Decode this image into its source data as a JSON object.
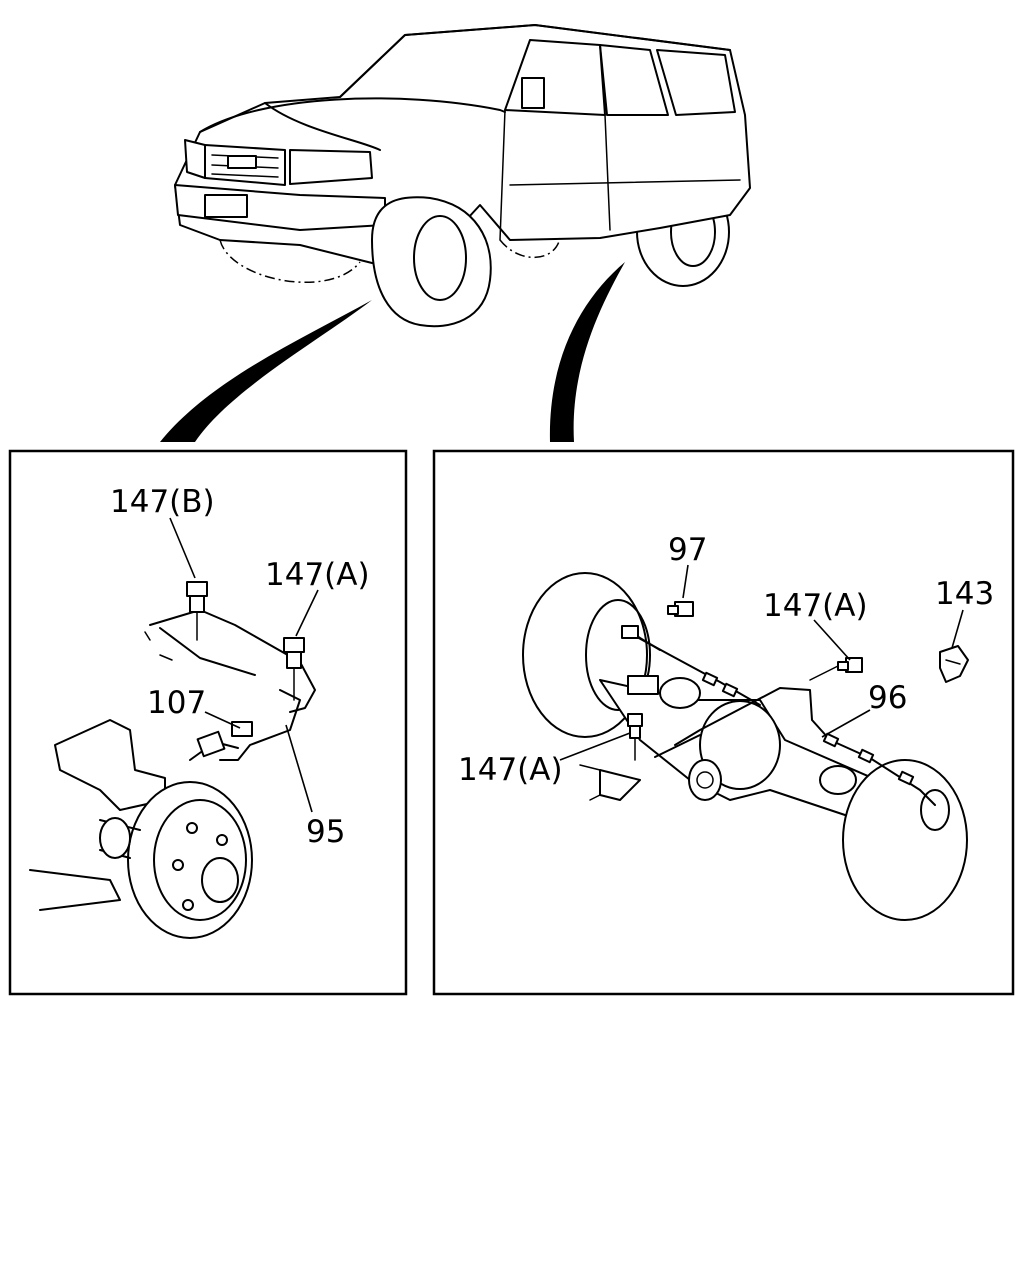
{
  "callouts": {
    "front_147b": "147(B)",
    "front_147a": "147(A)",
    "front_107": "107",
    "front_95": "95",
    "rear_97": "97",
    "rear_147a_top": "147(A)",
    "rear_143": "143",
    "rear_96": "96",
    "rear_147a_left": "147(A)"
  },
  "views": {
    "vehicle": "vehicle-overview",
    "front": "front-axle-sensor-harness",
    "rear": "rear-axle-sensor-harness"
  }
}
